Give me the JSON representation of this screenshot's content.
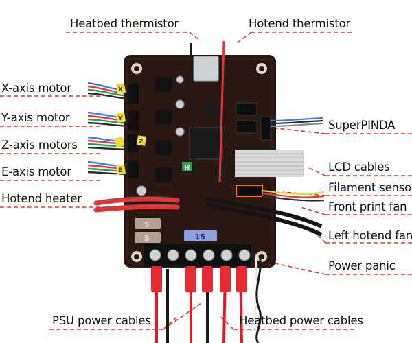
{
  "labels": {
    "heatbed_thermistor": "Heatbed thermistor",
    "hotend_thermistor": "Hotend thermistor",
    "x_axis_motor": "X-axis motor",
    "y_axis_motor": "Y-axis motor",
    "z_axis_motors": "Z-axis motors",
    "e_axis_motor": "E-axis motor",
    "hotend_heater": "Hotend heater",
    "superpinda": "SuperPINDA",
    "lcd_cables": "LCD cables",
    "filament_sensor": "Filament sensor",
    "front_print_fan": "Front print fan",
    "left_hotend_fan": "Left hotend fan",
    "power_panic": "Power panic",
    "psu_power_cables": "PSU power cables",
    "heatbed_power_cables": "Heatbed power cables"
  },
  "board_marks": {
    "x": "X",
    "y": "Y",
    "z": "Z",
    "e": "E",
    "h": "H",
    "fuse_1": "5",
    "fuse_2": "5",
    "fuse_3": "15"
  },
  "colors": {
    "leader_line": "#e53030",
    "pcb": "#2a1812",
    "tag": "#f2dc3a"
  }
}
